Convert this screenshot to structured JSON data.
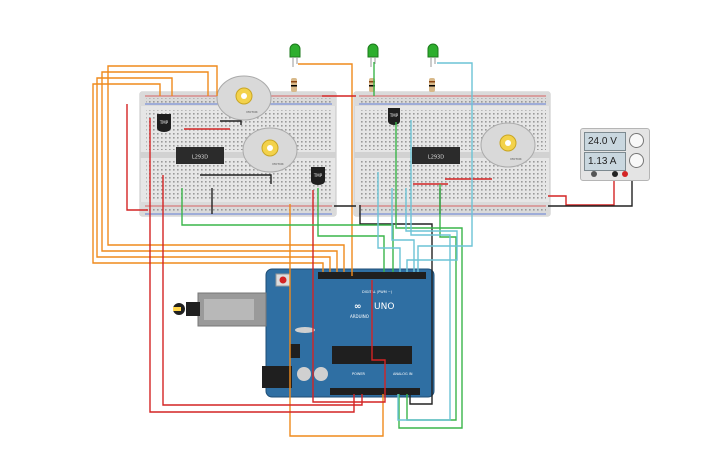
{
  "power_supply": {
    "voltage": "24.0 V",
    "current": "1.13 A"
  },
  "arduino": {
    "brand_text": "ARDUINO",
    "model_text": "UNO",
    "digital_header_text": "DIGITAL (PWM ~)",
    "power_label": "POWER",
    "analog_label": "ANALOG IN"
  },
  "driver_chips": [
    {
      "label": "L293D"
    },
    {
      "label": "L293D"
    }
  ],
  "temp_sensors": [
    {
      "label": "TMP"
    },
    {
      "label": "TMP"
    },
    {
      "label": "TMP"
    }
  ],
  "motors": [
    {
      "label": "MOTOR"
    },
    {
      "label": "MOTOR"
    },
    {
      "label": "MOTOR"
    }
  ],
  "leds": [
    {
      "color": "#2eae2e"
    },
    {
      "color": "#2eae2e"
    },
    {
      "color": "#2eae2e"
    }
  ],
  "wire_colors": {
    "orange": "#ef8a1c",
    "red": "#d42424",
    "black": "#222222",
    "green": "#3ab54a",
    "blue": "#6cc3d6"
  }
}
